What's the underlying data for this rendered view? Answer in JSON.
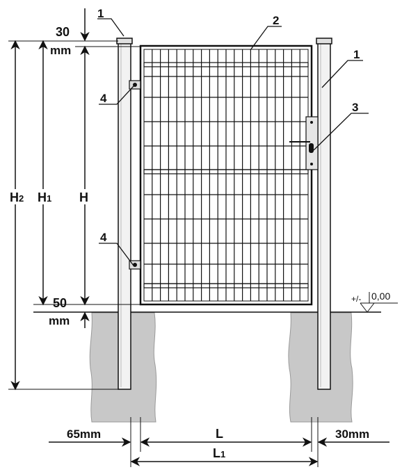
{
  "callouts": {
    "post_left": "1",
    "post_right": "1",
    "gate_panel": "2",
    "lock": "3",
    "hinge_top": "4",
    "hinge_bottom": "4"
  },
  "dimensions": {
    "top_gap_value": "30",
    "top_gap_unit": "mm",
    "bottom_gap_value": "50",
    "bottom_gap_unit": "mm",
    "h2_main": "H",
    "h2_sub": "2",
    "h1_main": "H",
    "h1_sub": "1",
    "h": "H",
    "left_gap": "65mm",
    "right_gap": "30mm",
    "l": "L",
    "l1_main": "L",
    "l1_sub": "1"
  },
  "ground_level": {
    "tolerance": "+/-",
    "value": "0,00"
  },
  "colors": {
    "line": "#111111",
    "concrete": "#c8c8c8",
    "post": "#f2f2f2"
  }
}
